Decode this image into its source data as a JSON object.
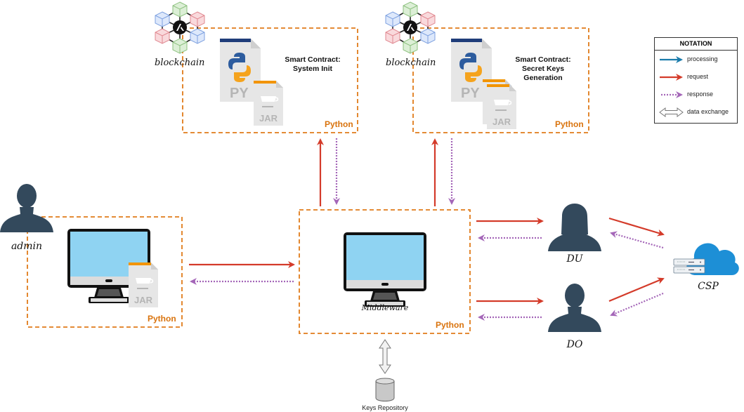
{
  "legend": {
    "title": "NOTATION",
    "items": [
      {
        "label": "processing",
        "color": "#1a7bab",
        "style": "solid"
      },
      {
        "label": "request",
        "color": "#d43b2a",
        "style": "solid"
      },
      {
        "label": "response",
        "color": "#a466b8",
        "style": "dotted"
      },
      {
        "label": "data exchange",
        "color": "#888888",
        "style": "double-hollow"
      }
    ]
  },
  "nodes": {
    "blockchain_left": {
      "label": "blockchain",
      "icon": "blockchain-icon"
    },
    "blockchain_right": {
      "label": "blockchain",
      "icon": "blockchain-icon"
    },
    "smart_contract_init": {
      "title_line1": "Smart Contract:",
      "title_line2": "System Init",
      "runtime": "Python",
      "files": [
        "PY",
        "JAR"
      ]
    },
    "smart_contract_keys": {
      "title_line1": "Smart Contract:",
      "title_line2": "Secret Keys",
      "title_line3": "Generation",
      "runtime": "Python",
      "files": [
        "PY",
        "JAR",
        "JAR"
      ]
    },
    "admin": {
      "label": "admin",
      "runtime": "Python",
      "file": "JAR"
    },
    "middleware": {
      "label": "Middleware",
      "runtime": "Python"
    },
    "du": {
      "label": "DU"
    },
    "do": {
      "label": "DO"
    },
    "csp": {
      "label": "CSP"
    },
    "keys_repository": {
      "label": "Keys Repository"
    }
  },
  "colors": {
    "dashed_box": "#e07b1a",
    "python_text": "#d9730d",
    "request": "#d43b2a",
    "response": "#a466b8",
    "processing": "#1a7bab",
    "person": "#33495c",
    "screen": "#8fd3f2",
    "cloud": "#1d8fd6",
    "py_header": "#1f3d7a",
    "jar_header": "#f29400"
  }
}
